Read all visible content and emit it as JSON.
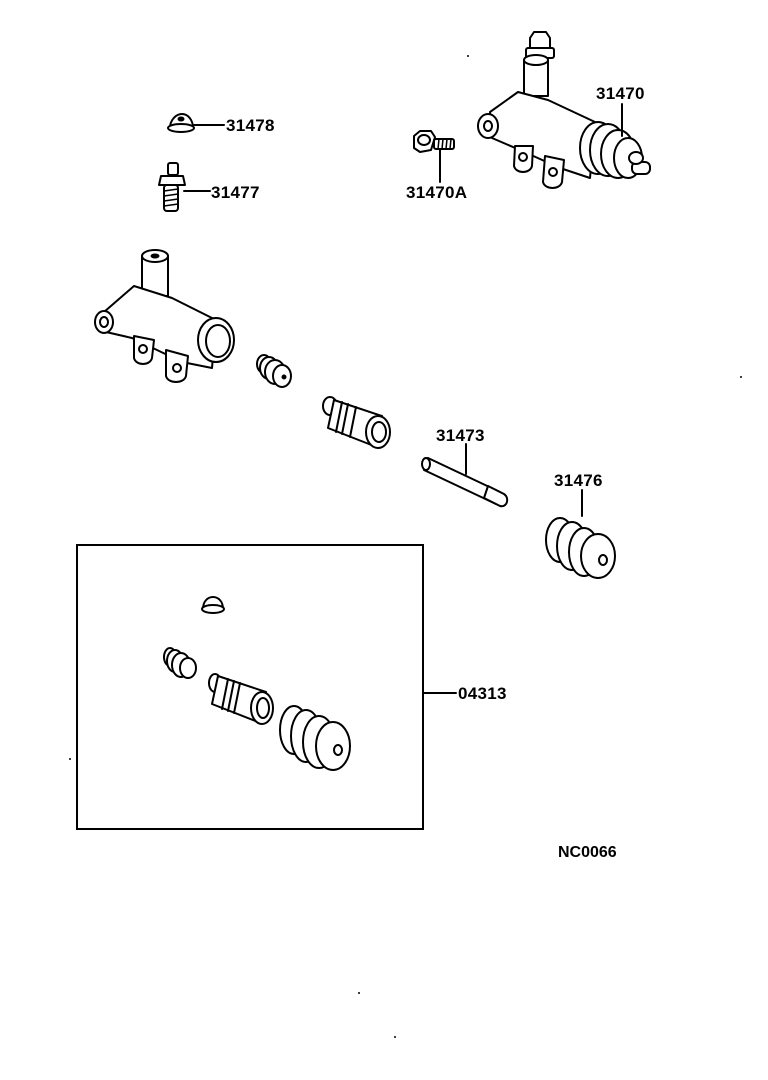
{
  "figure_code": "NC0066",
  "parts": [
    {
      "id": "31478",
      "label": "31478",
      "icon": "bleeder-cap-icon"
    },
    {
      "id": "31477",
      "label": "31477",
      "icon": "bleeder-plug-icon"
    },
    {
      "id": "31470A",
      "label": "31470A",
      "icon": "bolt-icon"
    },
    {
      "id": "31470",
      "label": "31470",
      "icon": "release-cylinder-assembly-icon"
    },
    {
      "id": "31473",
      "label": "31473",
      "icon": "push-rod-icon"
    },
    {
      "id": "31476",
      "label": "31476",
      "icon": "cylinder-boot-icon"
    },
    {
      "id": "04313",
      "label": "04313",
      "icon": "cylinder-kit-icon"
    }
  ]
}
